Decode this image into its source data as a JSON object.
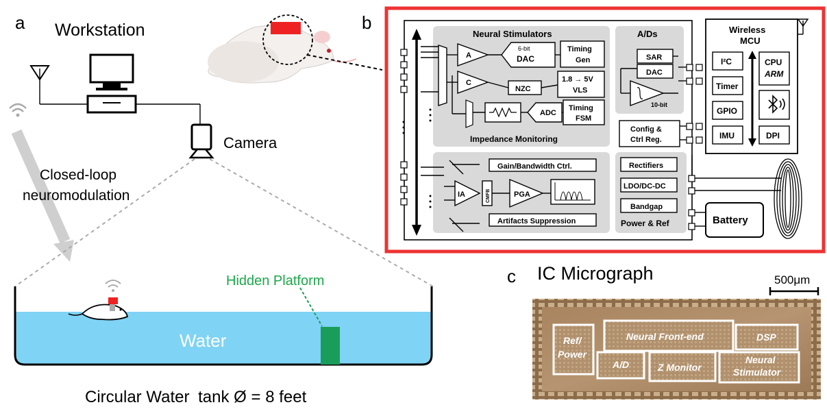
{
  "panel_a": {
    "letter": "a",
    "workstation": "Workstation",
    "camera": "Camera",
    "closed_loop_line1": "Closed-loop",
    "closed_loop_line2": "neuromodulation",
    "hidden_platform": "Hidden Platform",
    "water": "Water",
    "tank_caption_bold": "Circular Water",
    "tank_caption_rest": "tank Ø = 8 feet",
    "colors": {
      "water": "#7fd3f4",
      "platform": "#1a9d5a",
      "platform_label": "#1aa84a",
      "device": "#ee2222"
    }
  },
  "panel_b": {
    "letter": "b",
    "border_color": "#ee3333",
    "neural_stimulators": "Neural Stimulators",
    "amp_a": "A",
    "amp_c": "C",
    "dac_bits": "6-bit",
    "dac": "DAC",
    "timing_gen_1": "Timing",
    "timing_gen_2": "Gen",
    "vls_1": "1.8 → 5V",
    "vls_2": "VLS",
    "nzc": "NZC",
    "adc": "ADC",
    "timing_fsm_1": "Timing",
    "timing_fsm_2": "FSM",
    "impedance_monitoring": "Impedance Monitoring",
    "ads": "A/Ds",
    "sar": "SAR",
    "ad_dac": "DAC",
    "bits_10": "10-bit",
    "config_1": "Config &",
    "config_2": "Ctrl Reg.",
    "gain_bw": "Gain/Bandwidth Ctrl.",
    "ia": "IA",
    "cmfb": "CMFB",
    "pga": "PGA",
    "artifacts": "Artifacts Suppression",
    "rectifiers": "Rectifiers",
    "ldo": "LDO/DC-DC",
    "bandgap": "Bandgap",
    "power_ref": "Power & Ref",
    "battery": "Battery",
    "wireless_1": "Wireless",
    "wireless_2": "MCU",
    "i2c": "I²C",
    "timer": "Timer",
    "gpio": "GPIO",
    "imu": "IMU",
    "cpu": "CPU",
    "arm": "ARM",
    "dpi": "DPI"
  },
  "panel_c": {
    "letter": "c",
    "title": "IC Micrograph",
    "scale": "500μm",
    "ref_power_1": "Ref/",
    "ref_power_2": "Power",
    "neural_frontend": "Neural Front-end",
    "dsp": "DSP",
    "ad": "A/D",
    "z_monitor": "Z Monitor",
    "neural_stim_1": "Neural",
    "neural_stim_2": "Stimulator"
  }
}
